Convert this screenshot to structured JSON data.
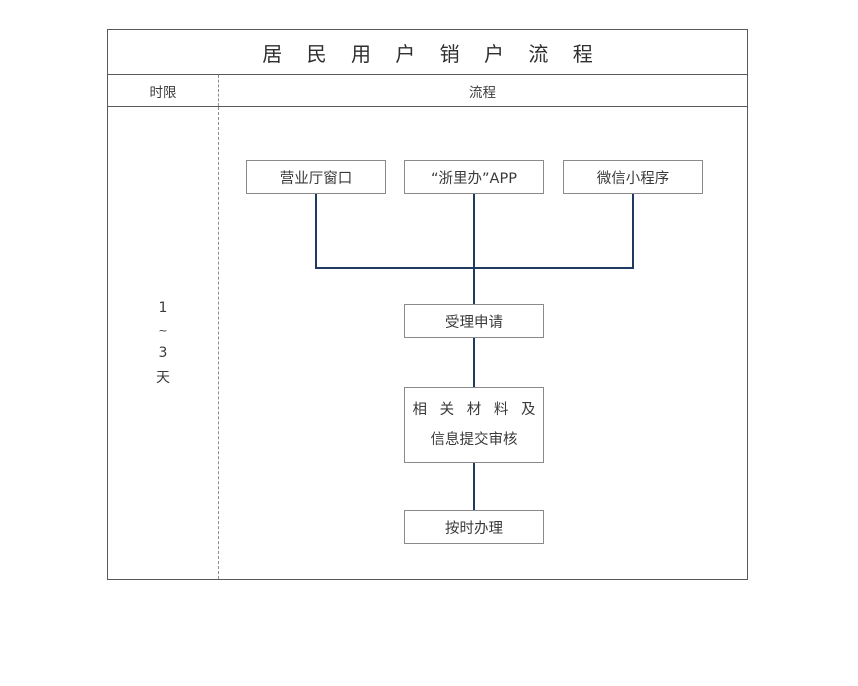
{
  "document": {
    "title": "居 民 用 户 销 户 流 程"
  },
  "table": {
    "headers": {
      "time": "时限",
      "process": "流程"
    }
  },
  "time_column": {
    "lines": [
      "1",
      "~",
      "3",
      "天"
    ],
    "value_min": "1",
    "range_mark": "~",
    "value_max": "3",
    "unit": "天"
  },
  "flow": {
    "channels": [
      {
        "id": "hall",
        "label": "营业厅窗口"
      },
      {
        "id": "zlb",
        "label": "“浙里办”APP"
      },
      {
        "id": "wechat",
        "label": "微信小程序"
      }
    ],
    "steps": [
      {
        "id": "accept",
        "label": "受理申请"
      },
      {
        "id": "materials",
        "line1": "相 关 材 料 及",
        "line2": "信息提交审核"
      },
      {
        "id": "handle",
        "label": "按时办理"
      }
    ]
  },
  "colors": {
    "connector": "#1f3a60",
    "table_border": "#555a5e",
    "node_border": "#8a8a8a",
    "divider": "#8d8d8d",
    "text": "#3a3a3a",
    "background": "#ffffff"
  }
}
